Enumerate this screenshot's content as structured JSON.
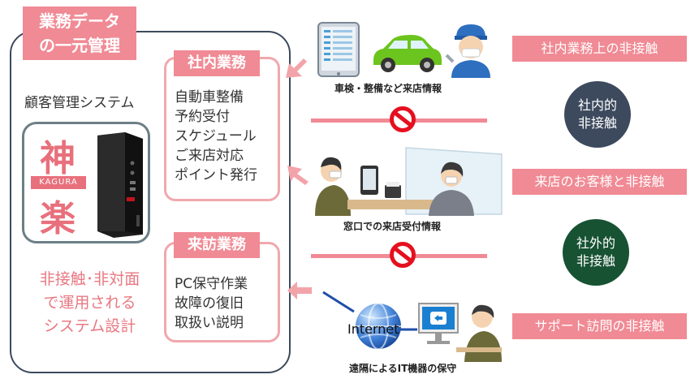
{
  "system": {
    "title_line1": "業務データ",
    "title_line2": "の一元管理",
    "name": "顧客管理システム",
    "logo_kanji1": "神",
    "logo_kanji2": "楽",
    "logo_text": "KAGURA",
    "tagline": [
      "非接触･非対面",
      "で運用される",
      "システム設計"
    ]
  },
  "internal_business": {
    "tag": "社内業務",
    "items": [
      "自動車整備",
      "予約受付",
      "スケジュール",
      "ご来店対応",
      "ポイント発行"
    ]
  },
  "visit_business": {
    "tag": "来訪業務",
    "items": [
      "PC保守作業",
      "故障の復旧",
      "取扱い説明"
    ]
  },
  "captions": {
    "service_info": "車検・整備など来店情報",
    "counter_info": "窓口での来店受付情報",
    "remote_maintenance": "遠隔によるIT機器の保守",
    "internet": "Internet"
  },
  "labels": {
    "internal_noncontact": "社内業務上の非接触",
    "customer_noncontact": "来店のお客様と非接触",
    "support_noncontact": "サポート訪問の非接触"
  },
  "circles": {
    "internal": [
      "社内的",
      "非接触"
    ],
    "external": [
      "社外的",
      "非接触"
    ]
  },
  "colors": {
    "accent_pink": "#f08a94",
    "navy": "#3d4a5e",
    "dark_green": "#175233",
    "no_sign_red": "#e5101f"
  }
}
